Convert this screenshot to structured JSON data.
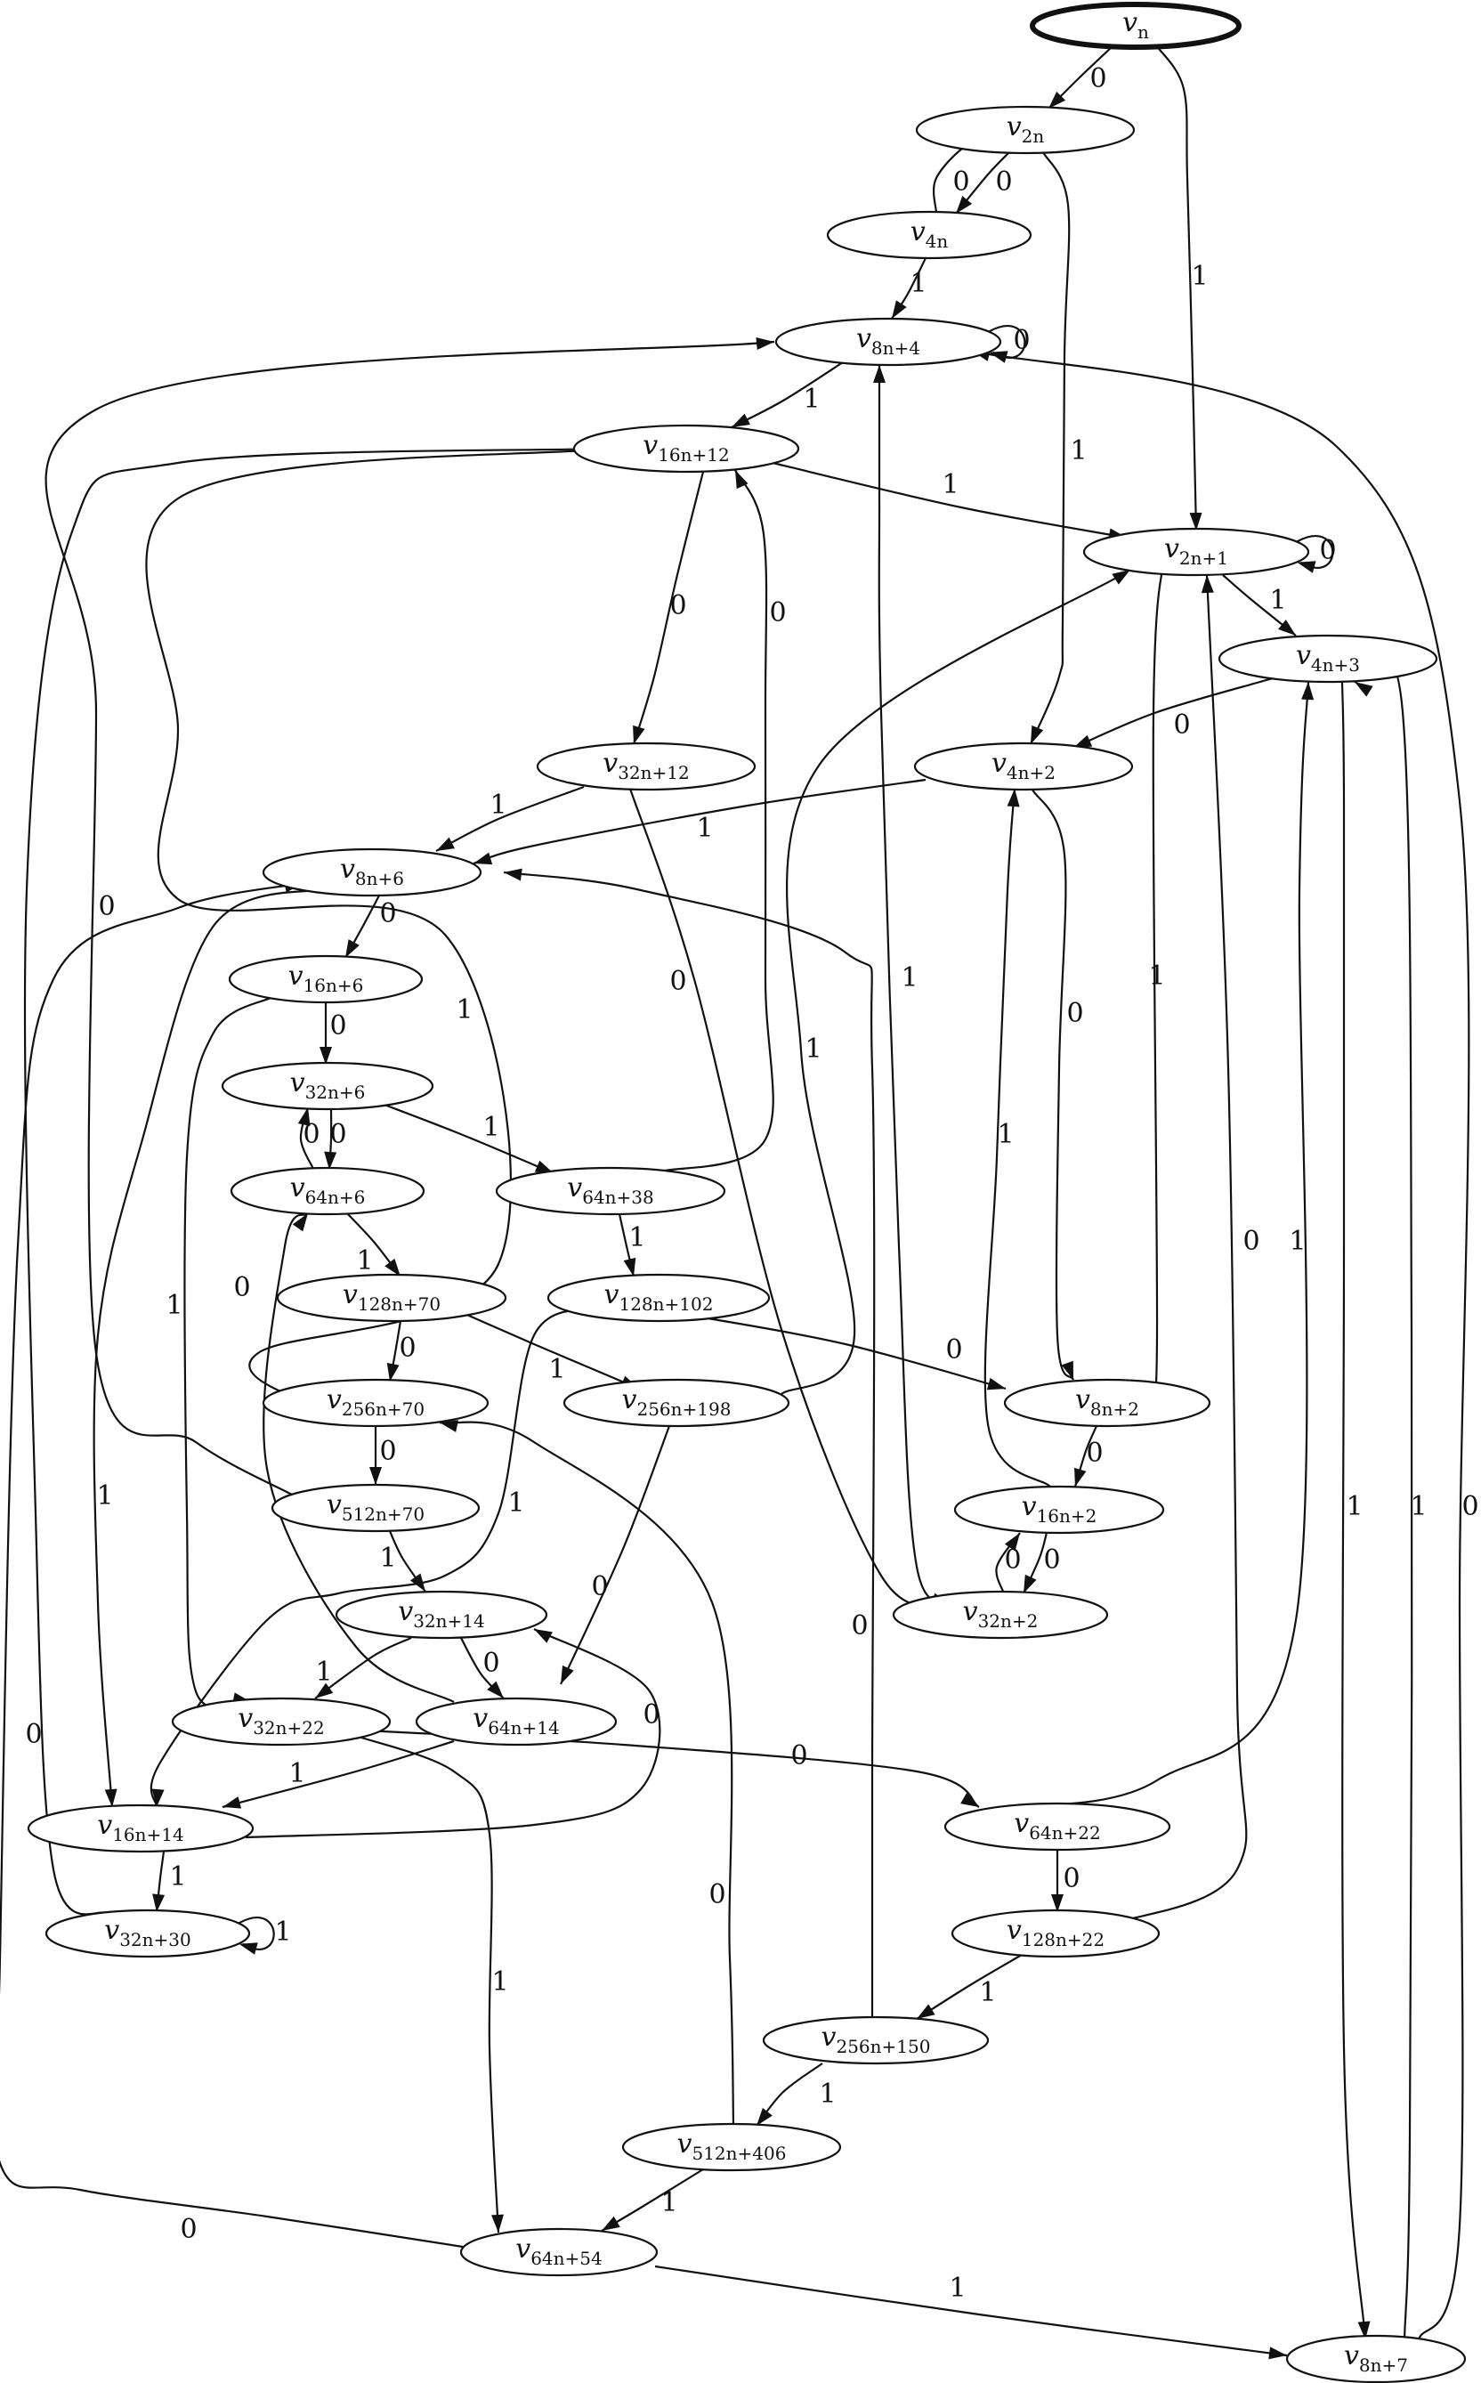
{
  "graph": {
    "nodes": [
      {
        "id": "vn",
        "base": "v",
        "sub": "n",
        "start": true
      },
      {
        "id": "v2n",
        "base": "v",
        "sub": "2n"
      },
      {
        "id": "v4n",
        "base": "v",
        "sub": "4n"
      },
      {
        "id": "v8n4",
        "base": "v",
        "sub": "8n+4"
      },
      {
        "id": "v16n12",
        "base": "v",
        "sub": "16n+12"
      },
      {
        "id": "v2n1",
        "base": "v",
        "sub": "2n+1"
      },
      {
        "id": "v4n3",
        "base": "v",
        "sub": "4n+3"
      },
      {
        "id": "v32n12",
        "base": "v",
        "sub": "32n+12"
      },
      {
        "id": "v4n2",
        "base": "v",
        "sub": "4n+2"
      },
      {
        "id": "v8n6",
        "base": "v",
        "sub": "8n+6"
      },
      {
        "id": "v16n6",
        "base": "v",
        "sub": "16n+6"
      },
      {
        "id": "v32n6",
        "base": "v",
        "sub": "32n+6"
      },
      {
        "id": "v64n6",
        "base": "v",
        "sub": "64n+6"
      },
      {
        "id": "v64n38",
        "base": "v",
        "sub": "64n+38"
      },
      {
        "id": "v128n70",
        "base": "v",
        "sub": "128n+70"
      },
      {
        "id": "v128n102",
        "base": "v",
        "sub": "128n+102"
      },
      {
        "id": "v256n70",
        "base": "v",
        "sub": "256n+70"
      },
      {
        "id": "v256n198",
        "base": "v",
        "sub": "256n+198"
      },
      {
        "id": "v8n2",
        "base": "v",
        "sub": "8n+2"
      },
      {
        "id": "v512n70",
        "base": "v",
        "sub": "512n+70"
      },
      {
        "id": "v16n2",
        "base": "v",
        "sub": "16n+2"
      },
      {
        "id": "v32n14",
        "base": "v",
        "sub": "32n+14"
      },
      {
        "id": "v32n2",
        "base": "v",
        "sub": "32n+2"
      },
      {
        "id": "v32n22",
        "base": "v",
        "sub": "32n+22"
      },
      {
        "id": "v64n14",
        "base": "v",
        "sub": "64n+14"
      },
      {
        "id": "v16n14",
        "base": "v",
        "sub": "16n+14"
      },
      {
        "id": "v64n22",
        "base": "v",
        "sub": "64n+22"
      },
      {
        "id": "v32n30",
        "base": "v",
        "sub": "32n+30"
      },
      {
        "id": "v128n22",
        "base": "v",
        "sub": "128n+22"
      },
      {
        "id": "v256n150",
        "base": "v",
        "sub": "256n+150"
      },
      {
        "id": "v512n406",
        "base": "v",
        "sub": "512n+406"
      },
      {
        "id": "v64n54",
        "base": "v",
        "sub": "64n+54"
      },
      {
        "id": "v8n7",
        "base": "v",
        "sub": "8n+7"
      }
    ],
    "edges": [
      {
        "from": "vn",
        "to": "v2n",
        "label": "0"
      },
      {
        "from": "vn",
        "to": "v2n1",
        "label": "1"
      },
      {
        "from": "v2n",
        "to": "v4n",
        "label": "0"
      },
      {
        "from": "v4n",
        "to": "v2n",
        "label": "0"
      },
      {
        "from": "v2n",
        "to": "v4n2",
        "label": "1"
      },
      {
        "from": "v4n",
        "to": "v8n4",
        "label": "1"
      },
      {
        "from": "v8n4",
        "to": "v8n4",
        "label": "0"
      },
      {
        "from": "v8n4",
        "to": "v16n12",
        "label": "1"
      },
      {
        "from": "v16n12",
        "to": "v2n1",
        "label": "1"
      },
      {
        "from": "v16n12",
        "to": "v32n12",
        "label": "0"
      },
      {
        "from": "v2n1",
        "to": "v2n1",
        "label": "0"
      },
      {
        "from": "v2n1",
        "to": "v4n3",
        "label": "1"
      },
      {
        "from": "v4n3",
        "to": "v4n2",
        "label": "0"
      },
      {
        "from": "v4n3",
        "to": "v8n7",
        "label": "1"
      },
      {
        "from": "v32n12",
        "to": "v8n6",
        "label": "1"
      },
      {
        "from": "v32n12",
        "to": "v32n2",
        "label": "0"
      },
      {
        "from": "v4n2",
        "to": "v8n6",
        "label": "1"
      },
      {
        "from": "v4n2",
        "to": "v8n2",
        "label": "0"
      },
      {
        "from": "v8n6",
        "to": "v16n6",
        "label": "0"
      },
      {
        "from": "v8n6",
        "to": "v16n14",
        "label": "1"
      },
      {
        "from": "v16n6",
        "to": "v32n6",
        "label": "0"
      },
      {
        "from": "v16n6",
        "to": "v32n22",
        "label": "1"
      },
      {
        "from": "v32n6",
        "to": "v64n6",
        "label": "0"
      },
      {
        "from": "v64n6",
        "to": "v32n6",
        "label": "0"
      },
      {
        "from": "v32n6",
        "to": "v64n38",
        "label": "1"
      },
      {
        "from": "v64n6",
        "to": "v128n70",
        "label": "1"
      },
      {
        "from": "v64n38",
        "to": "v16n12",
        "label": "0"
      },
      {
        "from": "v64n38",
        "to": "v128n102",
        "label": "1"
      },
      {
        "from": "v128n70",
        "to": "v256n70",
        "label": "0"
      },
      {
        "from": "v128n70",
        "to": "v256n198",
        "label": "1"
      },
      {
        "from": "v128n102",
        "to": "v8n2",
        "label": "0"
      },
      {
        "from": "v128n102",
        "to": "v16n14",
        "label": "1"
      },
      {
        "from": "v256n70",
        "to": "v512n70",
        "label": "0"
      },
      {
        "from": "v256n70",
        "to": "v16n12",
        "label": "1"
      },
      {
        "from": "v256n198",
        "to": "v2n1",
        "label": "1"
      },
      {
        "from": "v256n198",
        "to": "v64n14",
        "label": "0"
      },
      {
        "from": "v512n70",
        "to": "v8n4",
        "label": "0"
      },
      {
        "from": "v512n70",
        "to": "v32n14",
        "label": "1"
      },
      {
        "from": "v8n2",
        "to": "v2n1",
        "label": "1"
      },
      {
        "from": "v8n2",
        "to": "v16n2",
        "label": "0"
      },
      {
        "from": "v16n2",
        "to": "v32n2",
        "label": "0"
      },
      {
        "from": "v32n2",
        "to": "v16n2",
        "label": "0"
      },
      {
        "from": "v16n2",
        "to": "v4n2",
        "label": "1"
      },
      {
        "from": "v32n2",
        "to": "v8n4",
        "label": "1"
      },
      {
        "from": "v32n14",
        "to": "v64n14",
        "label": "0"
      },
      {
        "from": "v32n14",
        "to": "v32n22",
        "label": "1"
      },
      {
        "from": "v64n14",
        "to": "v16n14",
        "label": "1"
      },
      {
        "from": "v64n14",
        "to": "v64n6",
        "label": "0"
      },
      {
        "from": "v32n22",
        "to": "v64n22",
        "label": "0"
      },
      {
        "from": "v32n22",
        "to": "v64n54",
        "label": "1"
      },
      {
        "from": "v16n14",
        "to": "v32n30",
        "label": "1"
      },
      {
        "from": "v16n14",
        "to": "v32n14",
        "label": "0"
      },
      {
        "from": "v32n30",
        "to": "v32n30",
        "label": "1"
      },
      {
        "from": "v32n30",
        "to": "v16n12",
        "label": "0"
      },
      {
        "from": "v64n22",
        "to": "v128n22",
        "label": "0"
      },
      {
        "from": "v64n22",
        "to": "v4n3",
        "label": "1"
      },
      {
        "from": "v128n22",
        "to": "v256n150",
        "label": "1"
      },
      {
        "from": "v128n22",
        "to": "v2n1",
        "label": "0"
      },
      {
        "from": "v256n150",
        "to": "v512n406",
        "label": "1"
      },
      {
        "from": "v256n150",
        "to": "v8n6",
        "label": "0"
      },
      {
        "from": "v512n406",
        "to": "v64n54",
        "label": "1"
      },
      {
        "from": "v512n406",
        "to": "v256n70",
        "label": "0"
      },
      {
        "from": "v64n54",
        "to": "v8n7",
        "label": "1"
      },
      {
        "from": "v64n54",
        "to": "v8n6",
        "label": "0"
      },
      {
        "from": "v8n7",
        "to": "v4n3",
        "label": "1"
      },
      {
        "from": "v8n7",
        "to": "v8n4",
        "label": "0"
      }
    ]
  }
}
